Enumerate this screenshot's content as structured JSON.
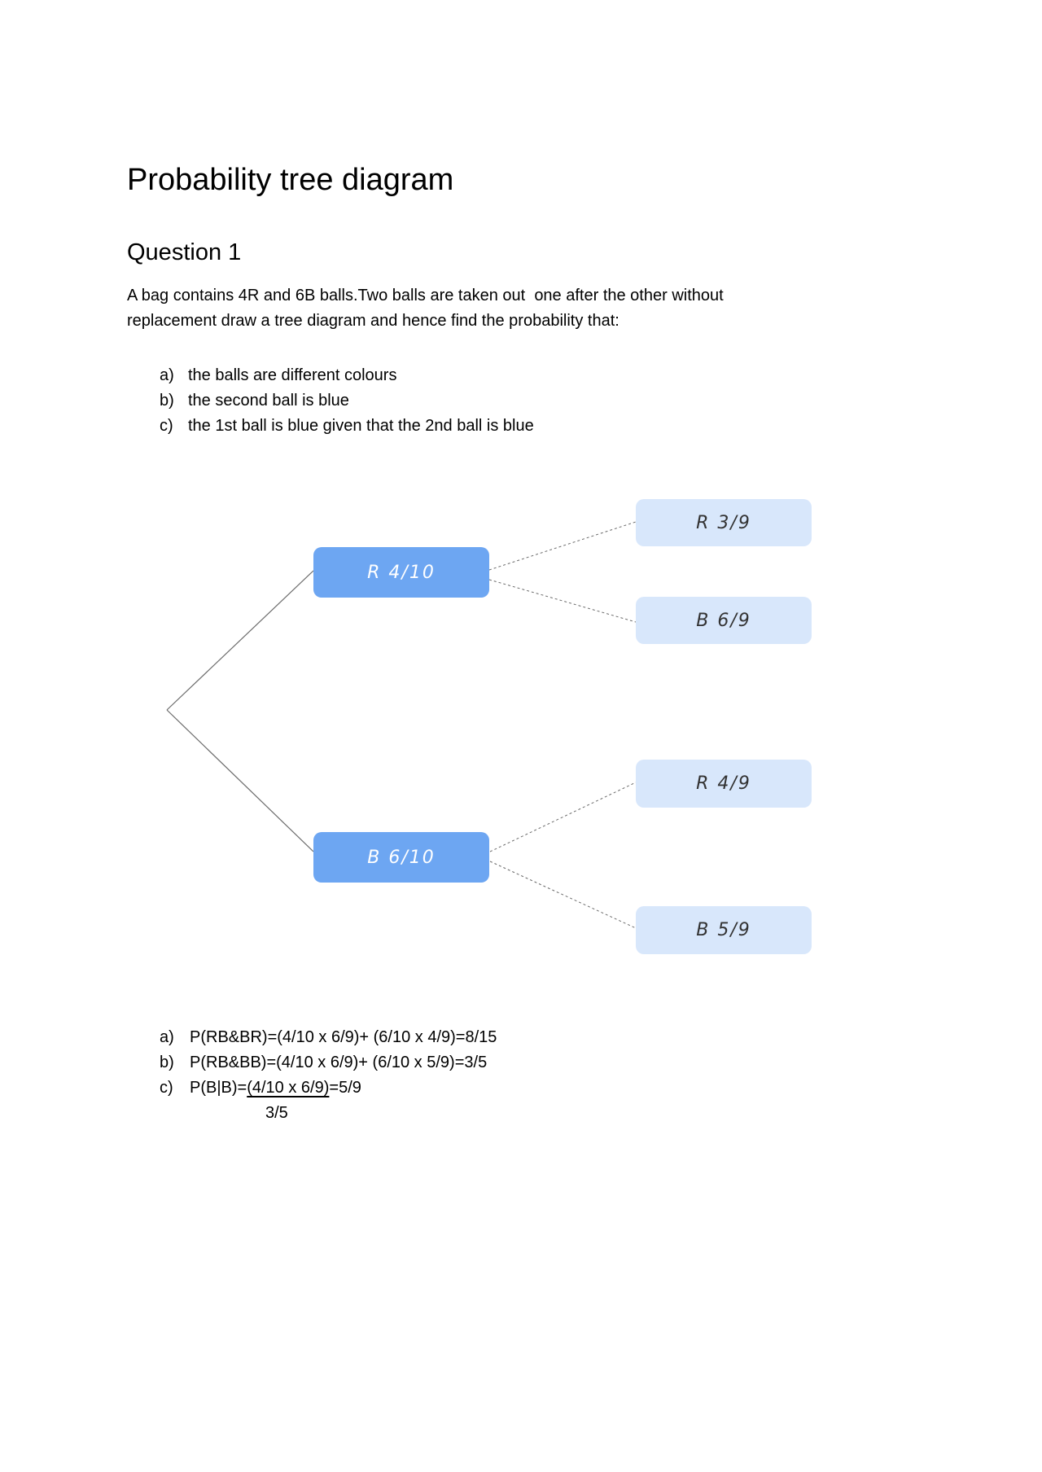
{
  "doc": {
    "title": "Probability tree diagram",
    "heading": "Question 1",
    "intro_lines": [
      "A bag contains 4R and 6B balls.Two balls are taken out  one after the other without",
      "replacement draw a tree diagram and hence find the probability that:"
    ],
    "questions": [
      {
        "marker": "a)",
        "text": "the balls are different colours"
      },
      {
        "marker": "b)",
        "text": "the second ball is blue"
      },
      {
        "marker": "c)",
        "text": "the 1st ball is blue given that the 2nd ball is blue"
      }
    ]
  },
  "tree": {
    "level1": [
      {
        "label": "R 4/10"
      },
      {
        "label": "B 6/10"
      }
    ],
    "level2": [
      {
        "label": "R 3/9",
        "parent": "R 4/10"
      },
      {
        "label": "B 6/9",
        "parent": "R 4/10"
      },
      {
        "label": "R 4/9",
        "parent": "B 6/10"
      },
      {
        "label": "B 5/9",
        "parent": "B 6/10"
      }
    ],
    "colors": {
      "level1_fill": "#6da6f2",
      "level1_text": "#ffffff",
      "level2_fill": "#d8e7fb",
      "level2_text": "#333333",
      "branch_line": "#6b6b6b"
    }
  },
  "answers": {
    "a": {
      "marker": "a)",
      "text": "P(RB&BR)=(4/10 x 6/9)+ (6/10 x 4/9)=8/15"
    },
    "b": {
      "marker": "b)",
      "text": "P(RB&BB)=(4/10 x 6/9)+ (6/10 x 5/9)=3/5"
    },
    "c": {
      "marker": "c)",
      "prefix": "P(B|B)=",
      "underlined": "(4/10 x 6/9)",
      "suffix": "=5/9",
      "denominator": "3/5"
    }
  }
}
